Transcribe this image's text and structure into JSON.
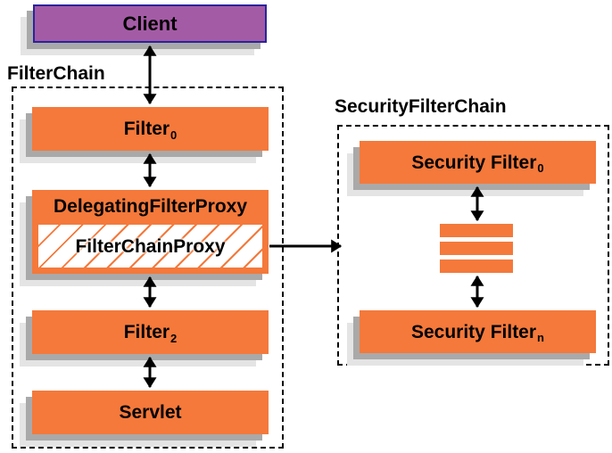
{
  "groups": {
    "filter_chain": {
      "label": "FilterChain"
    },
    "security_filter_chain": {
      "label": "SecurityFilterChain",
      "ellipsis_bar_count": 3
    }
  },
  "nodes": {
    "client": {
      "label": "Client"
    },
    "filter0": {
      "label": "Filter",
      "sub": "0"
    },
    "delegating_filter_proxy": {
      "label": "DelegatingFilterProxy"
    },
    "filter_chain_proxy": {
      "label": "FilterChainProxy"
    },
    "filter2": {
      "label": "Filter",
      "sub": "2"
    },
    "servlet": {
      "label": "Servlet"
    },
    "security_filter_0": {
      "label": "Security Filter",
      "sub": "0"
    },
    "security_filter_n": {
      "label": "Security Filter",
      "sub": "n"
    }
  },
  "colors": {
    "box_orange": "#F4793B",
    "client_purple": "#A45BA5",
    "client_border": "#29249C",
    "shadow_dark": "#A9A9A9",
    "shadow_light": "#E4E4E4",
    "arrow_black": "#000000"
  }
}
